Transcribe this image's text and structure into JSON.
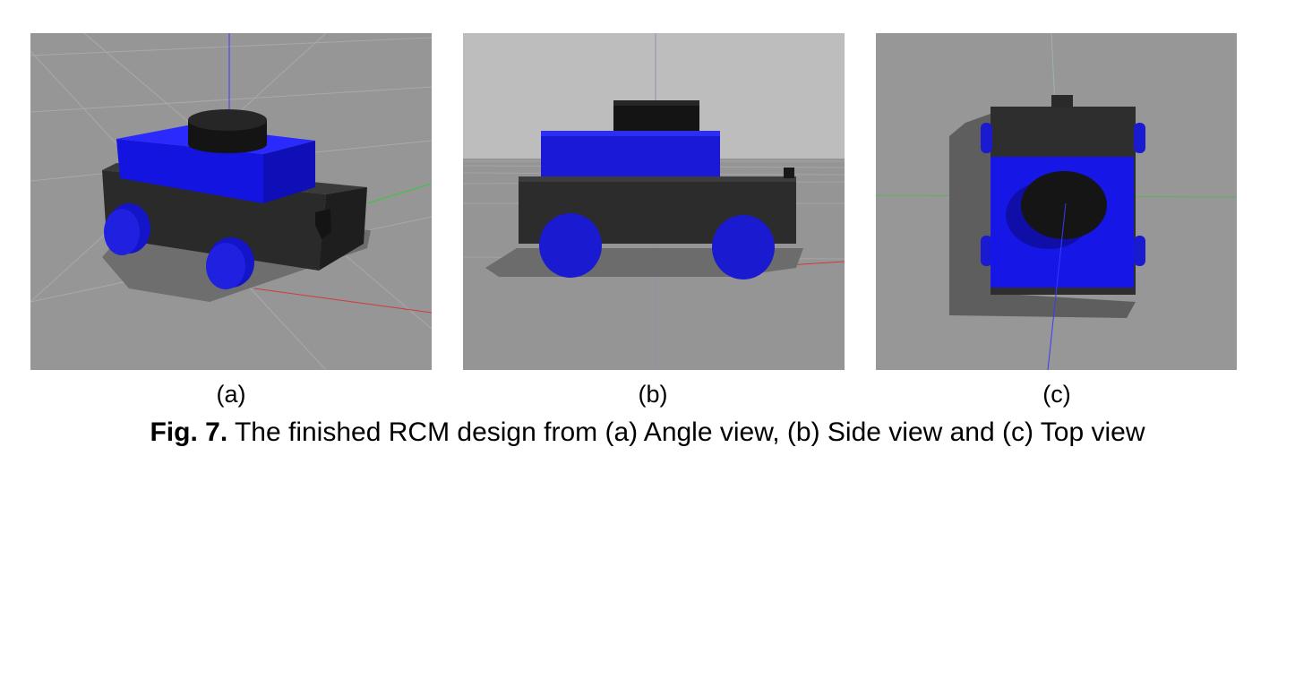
{
  "figure": {
    "panels": [
      {
        "label": "(a)"
      },
      {
        "label": "(b)"
      },
      {
        "label": "(c)"
      }
    ],
    "caption": {
      "number": "Fig. 7.",
      "text": " The finished RCM design from (a) Angle view, (b) Side view and (c)  Top view"
    },
    "colors": {
      "ground": "#969696",
      "body": "#2b2b2b",
      "top_plate": "#1414e6",
      "wheel": "#1a1ad0",
      "sensor": "#141414"
    }
  }
}
